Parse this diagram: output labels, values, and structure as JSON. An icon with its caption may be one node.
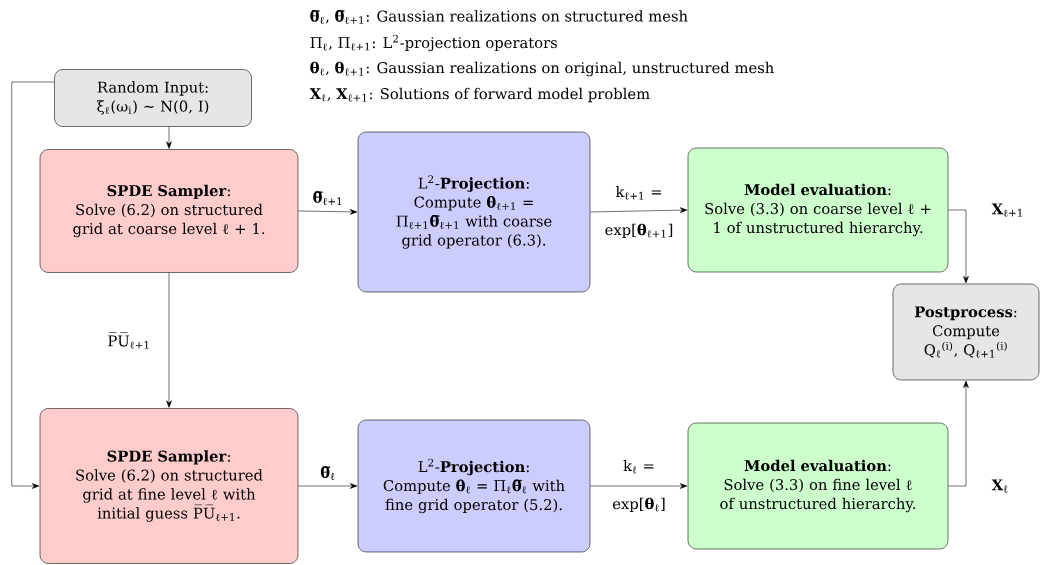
{
  "diagram": {
    "nodes": [
      {
        "text": [
          "Random Input:",
          "ξ$_{ℓ}$(ω$_{i}$) ∼ N(0, I)"
        ]
      },
      {
        "text": [
          "**SPDE Sampler**:",
          "Solve (6.2) on structured grid at coarse level ℓ + 1."
        ]
      },
      {
        "text": [
          "L$^{2}$-**Projection**:",
          "Compute **θ**$_{ℓ+1}$ = Π$_{ℓ+1}$**θ̅**$_{ℓ+1}$ with coarse grid operator (6.3)."
        ]
      },
      {
        "text": [
          "**Model evaluation**:",
          "Solve (3.3) on coarse level ℓ + 1 of unstructured hierarchy."
        ]
      },
      {
        "text": [
          "**Postprocess**:",
          "Compute Q$_{ℓ}$$^{(i)}$, Q$_{ℓ+1}$$^{(i)}$"
        ]
      },
      {
        "text": [
          "**SPDE Sampler**:",
          "Solve (6.2) on structured grid at fine level ℓ with initial guess P̅U̅$_{ℓ+1}$."
        ]
      },
      {
        "text": [
          "L$^{2}$-**Projection**:",
          "Compute **θ**$_{ℓ}$ = Π$_{ℓ}$**θ̅**$_{ℓ}$ with fine grid operator (5.2)."
        ]
      },
      {
        "text": [
          "**Model evaluation**:",
          "Solve (3.3) on fine level ℓ of unstructured hierarchy."
        ]
      }
    ],
    "edges": [
      {
        "from": 0,
        "to": 1,
        "arrow": "to"
      },
      {
        "from": 0,
        "to": 5,
        "arrow": "to"
      },
      {
        "from": 1,
        "to": 2,
        "arrow": "to",
        "label": "**θ̅**$_{ℓ+1}$"
      },
      {
        "from": 2,
        "to": 3,
        "arrow": "to",
        "label": "k$_{ℓ+1}$ = exp[**θ**$_{ℓ+1}$]"
      },
      {
        "from": 3,
        "to": 4,
        "arrow": "to",
        "label": "**X**$_{ℓ+1}$"
      },
      {
        "from": 1,
        "to": 5,
        "arrow": "to",
        "label": "P̅U̅$_{ℓ+1}$"
      },
      {
        "from": 5,
        "to": 6,
        "arrow": "to",
        "label": "**θ̅**$_{ℓ}$"
      },
      {
        "from": 6,
        "to": 7,
        "arrow": "to",
        "label": "k$_{ℓ}$ = exp[**θ**$_{ℓ}$]"
      },
      {
        "from": 7,
        "to": 4,
        "arrow": "to",
        "label": "**X**$_{ℓ}$"
      }
    ],
    "labels": [
      "**θ̅**$_{ℓ}$, **θ̅**$_{ℓ+1}$: Gaussian realizations on structured mesh",
      "Π$_{ℓ}$, Π$_{ℓ+1}$: L$^{2}$-projection operators",
      "**θ**$_{ℓ}$, **θ**$_{ℓ+1}$: Gaussian realizations on original, unstructured mesh",
      "**X**$_{ℓ}$, **X**$_{ℓ+1}$: Solutions of forward model problem"
    ]
  }
}
